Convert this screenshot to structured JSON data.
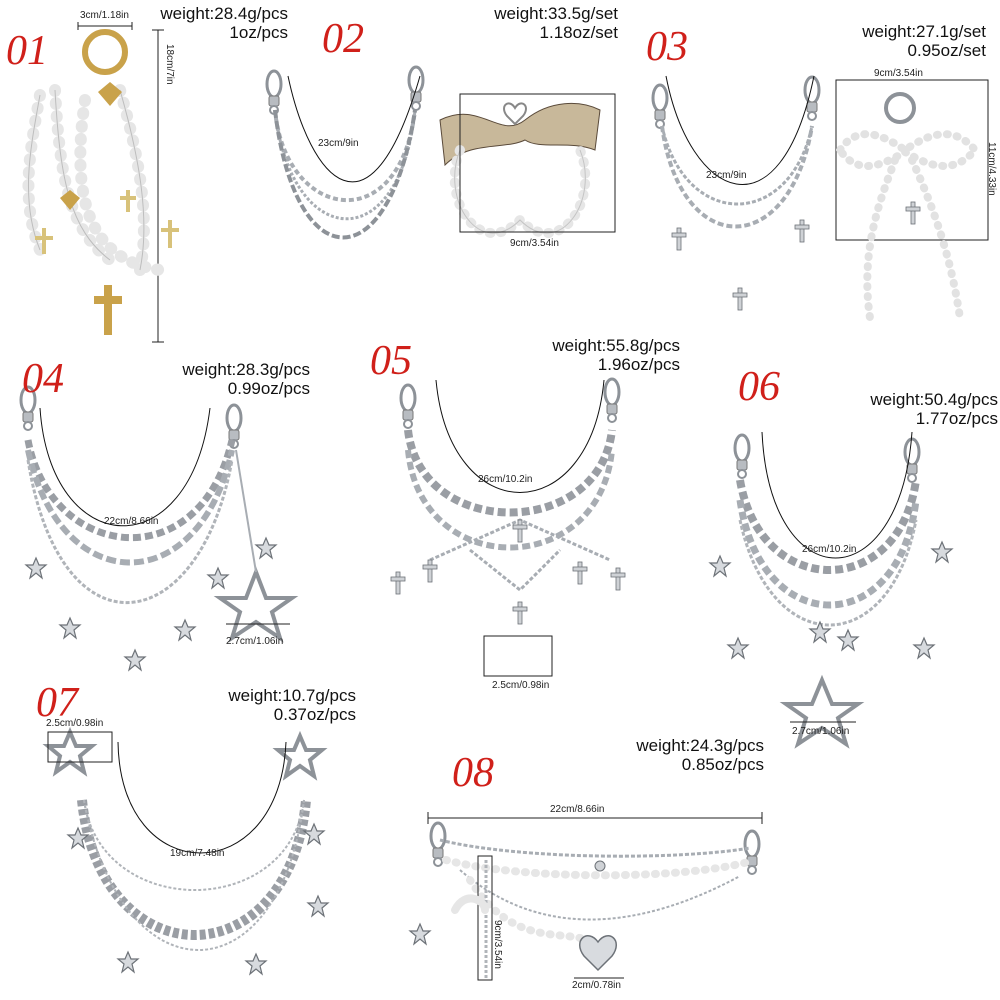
{
  "items": [
    {
      "num": "01",
      "weight_line1": "weight:28.4g/pcs",
      "weight_line2": "1oz/pcs",
      "dims": [
        "3cm/1.18in",
        "18cm/7in"
      ]
    },
    {
      "num": "02",
      "weight_line1": "weight:33.5g/set",
      "weight_line2": "1.18oz/set",
      "dims": [
        "23cm/9in",
        "9cm/3.54in"
      ]
    },
    {
      "num": "03",
      "weight_line1": "weight:27.1g/set",
      "weight_line2": "0.95oz/set",
      "dims": [
        "23cm/9in",
        "9cm/3.54in",
        "11cm/4.33in"
      ]
    },
    {
      "num": "04",
      "weight_line1": "weight:28.3g/pcs",
      "weight_line2": "0.99oz/pcs",
      "dims": [
        "22cm/8.66in",
        "2.7cm/1.06in"
      ]
    },
    {
      "num": "05",
      "weight_line1": "weight:55.8g/pcs",
      "weight_line2": "1.96oz/pcs",
      "dims": [
        "26cm/10.2in",
        "2.5cm/0.98in"
      ]
    },
    {
      "num": "06",
      "weight_line1": "weight:50.4g/pcs",
      "weight_line2": "1.77oz/pcs",
      "dims": [
        "26cm/10.2in",
        "2.7cm/1.06in"
      ]
    },
    {
      "num": "07",
      "weight_line1": "weight:10.7g/pcs",
      "weight_line2": "0.37oz/pcs",
      "dims": [
        "2.5cm/0.98in",
        "19cm/7.48in"
      ]
    },
    {
      "num": "08",
      "weight_line1": "weight:24.3g/pcs",
      "weight_line2": "0.85oz/pcs",
      "dims": [
        "22cm/8.66in",
        "9cm/3.54in",
        "2cm/0.78in"
      ]
    }
  ],
  "colors": {
    "number_red": "#d0201a",
    "silver": "#9a9ea4",
    "gold": "#c9a24a",
    "pearl": "#f2f2f2"
  }
}
